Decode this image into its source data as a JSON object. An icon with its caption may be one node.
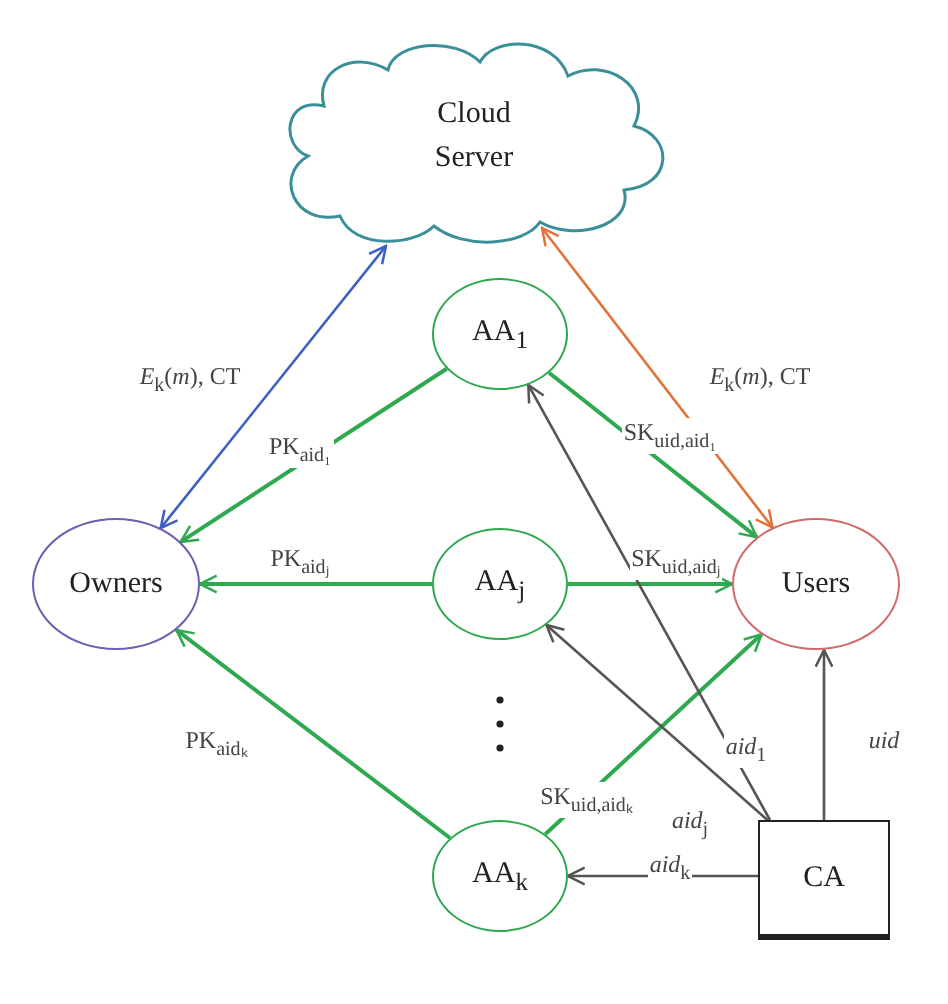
{
  "diagram": {
    "nodes": [
      {
        "text": [
          "Cloud Server"
        ]
      },
      {
        "text": [
          "AA$_{1}$"
        ]
      },
      {
        "text": [
          "Owners"
        ]
      },
      {
        "text": [
          "AA$_{j}$"
        ]
      },
      {
        "text": [
          "Users"
        ]
      },
      {
        "text": [
          "AA$_{k}$"
        ]
      },
      {
        "text": [
          "CA"
        ]
      }
    ],
    "edges": [
      {
        "from": 0,
        "to": 2,
        "arrow": "both",
        "label": "*E*$_{k}$(*m*), CT",
        "color": "#3b5fc4"
      },
      {
        "from": 0,
        "to": 4,
        "arrow": "both",
        "label": "*E*$_{k}$(*m*), CT",
        "color": "#e0733a"
      },
      {
        "from": 1,
        "to": 2,
        "arrow": "to",
        "label": "PK$_{aid₁}$"
      },
      {
        "from": 3,
        "to": 2,
        "arrow": "to",
        "label": "PK$_{aidⱼ}$"
      },
      {
        "from": 5,
        "to": 2,
        "arrow": "to",
        "label": "PK$_{aidₖ}$"
      },
      {
        "from": 1,
        "to": 4,
        "arrow": "to",
        "label": "SK$_{uid,aid₁}$"
      },
      {
        "from": 3,
        "to": 4,
        "arrow": "to",
        "label": "SK$_{uid,aidⱼ}$"
      },
      {
        "from": 5,
        "to": 4,
        "arrow": "to",
        "label": "SK$_{uid,aidₖ}$"
      },
      {
        "from": 6,
        "to": 1,
        "arrow": "to",
        "label": "*aid*$_{1}$",
        "color": "#555555"
      },
      {
        "from": 6,
        "to": 3,
        "arrow": "to",
        "label": "*aid*$_{j}$",
        "color": "#555555"
      },
      {
        "from": 6,
        "to": 5,
        "arrow": "to",
        "label": "*aid*$_{k}$",
        "color": "#555555"
      },
      {
        "from": 6,
        "to": 4,
        "arrow": "to",
        "label": "*uid*",
        "color": "#555555"
      }
    ]
  }
}
